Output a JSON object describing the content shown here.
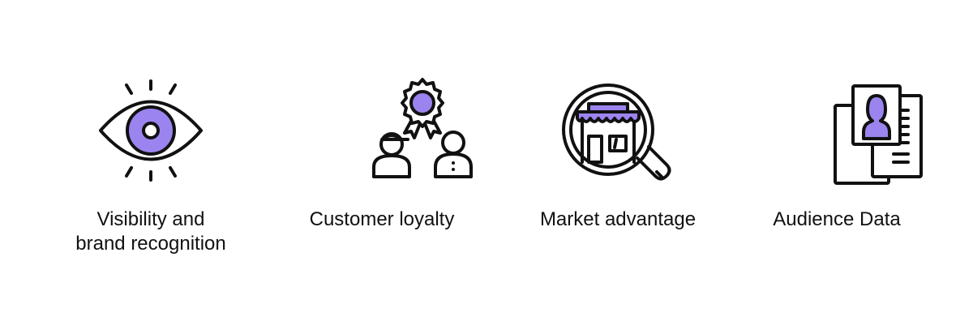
{
  "colors": {
    "accent": "#9b84ef",
    "stroke": "#111111",
    "background": "#ffffff"
  },
  "features": [
    {
      "icon": "eye-icon",
      "label_line1": "Visibility and",
      "label_line2": "brand recognition"
    },
    {
      "icon": "customer-loyalty-icon",
      "label_line1": "Customer loyalty",
      "label_line2": ""
    },
    {
      "icon": "store-magnifier-icon",
      "label_line1": "Market advantage",
      "label_line2": ""
    },
    {
      "icon": "audience-profile-icon",
      "label_line1": "Audience Data",
      "label_line2": ""
    }
  ]
}
